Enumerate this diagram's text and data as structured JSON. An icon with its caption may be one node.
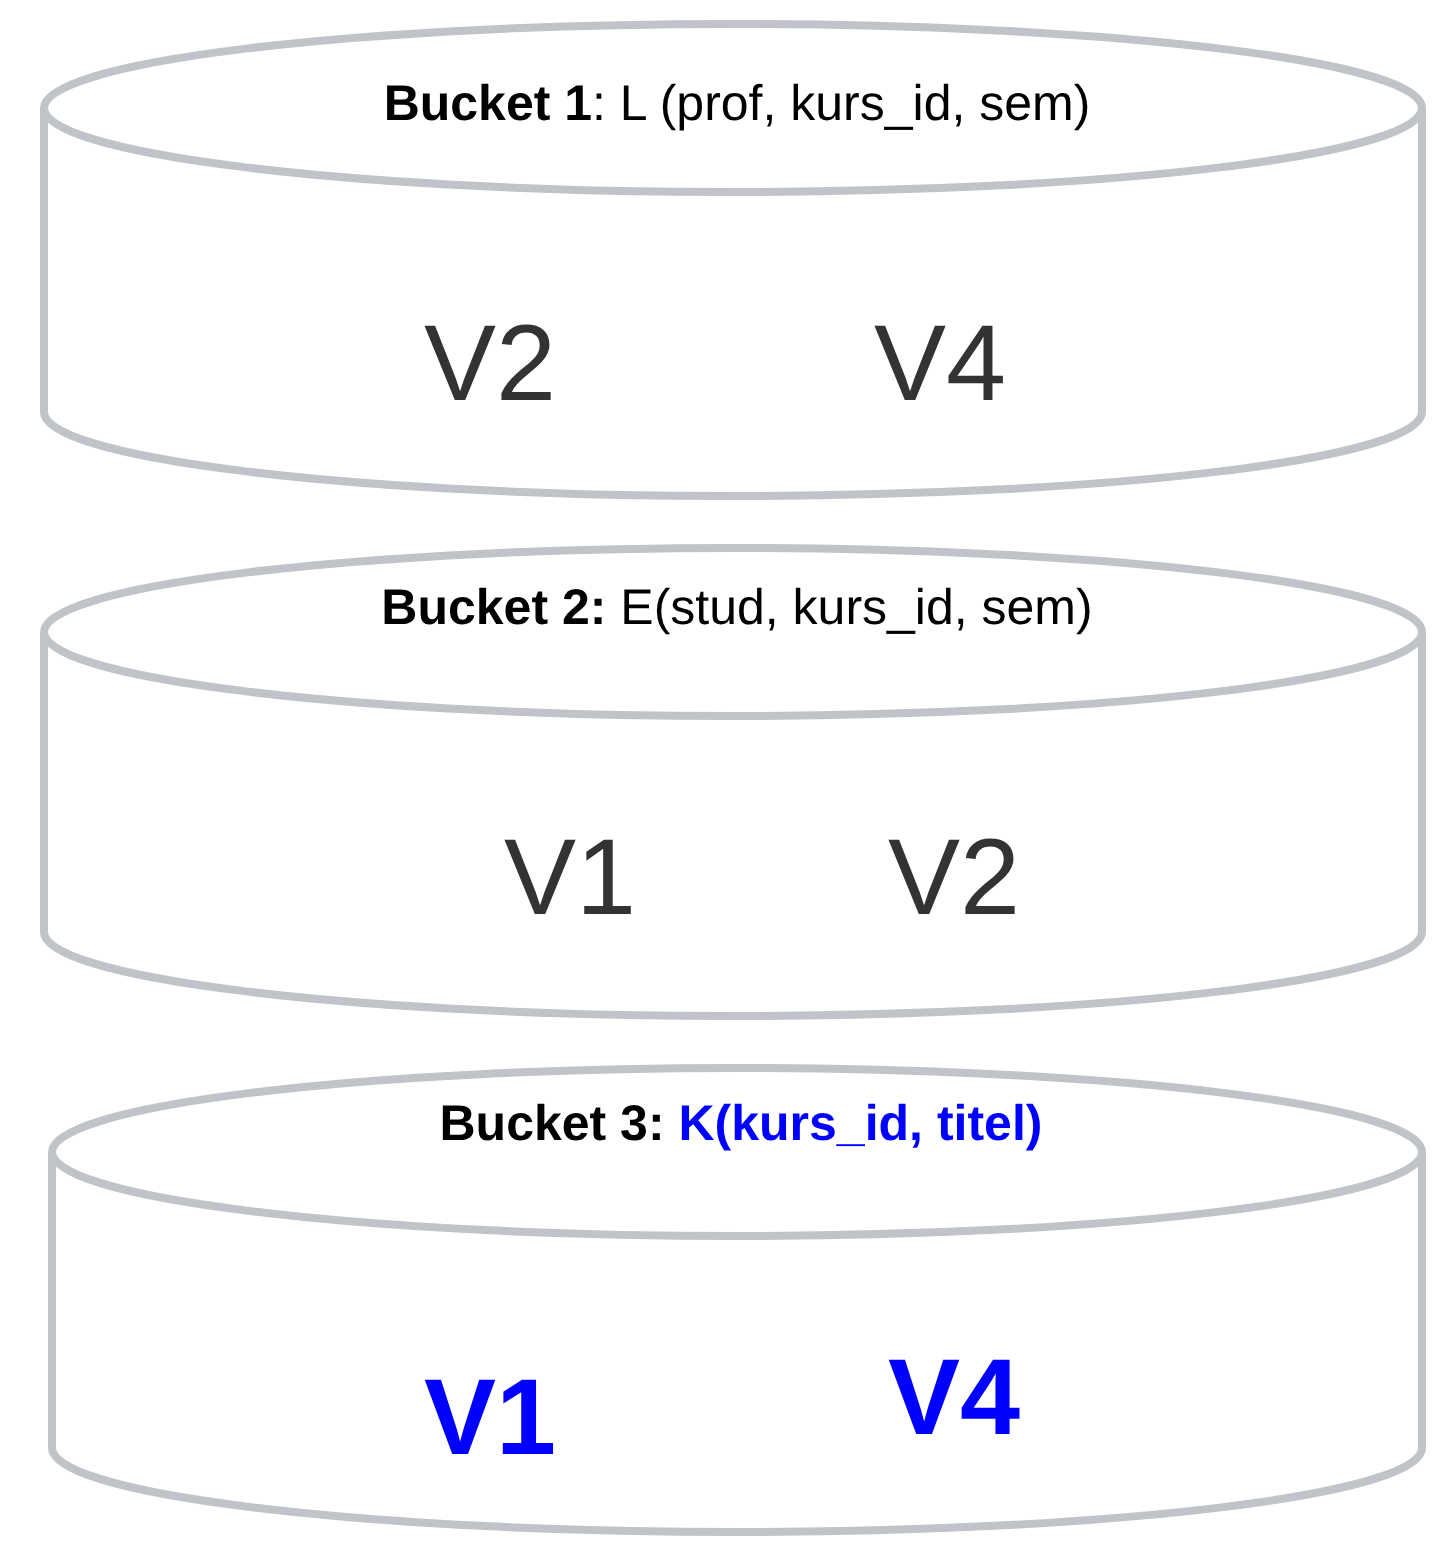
{
  "diagram": {
    "nodes": [
      {
        "text": [
          "**Bucket 1**: L (prof, kurs_id, sem)",
          "V2",
          "V4"
        ]
      },
      {
        "text": [
          "**Bucket 2:** E(stud, kurs_id, sem)",
          "V1",
          "V2"
        ]
      },
      {
        "text": [
          "Bucket 3:",
          "K(kurs_id, titel)",
          "V1",
          "V4"
        ]
      }
    ]
  }
}
